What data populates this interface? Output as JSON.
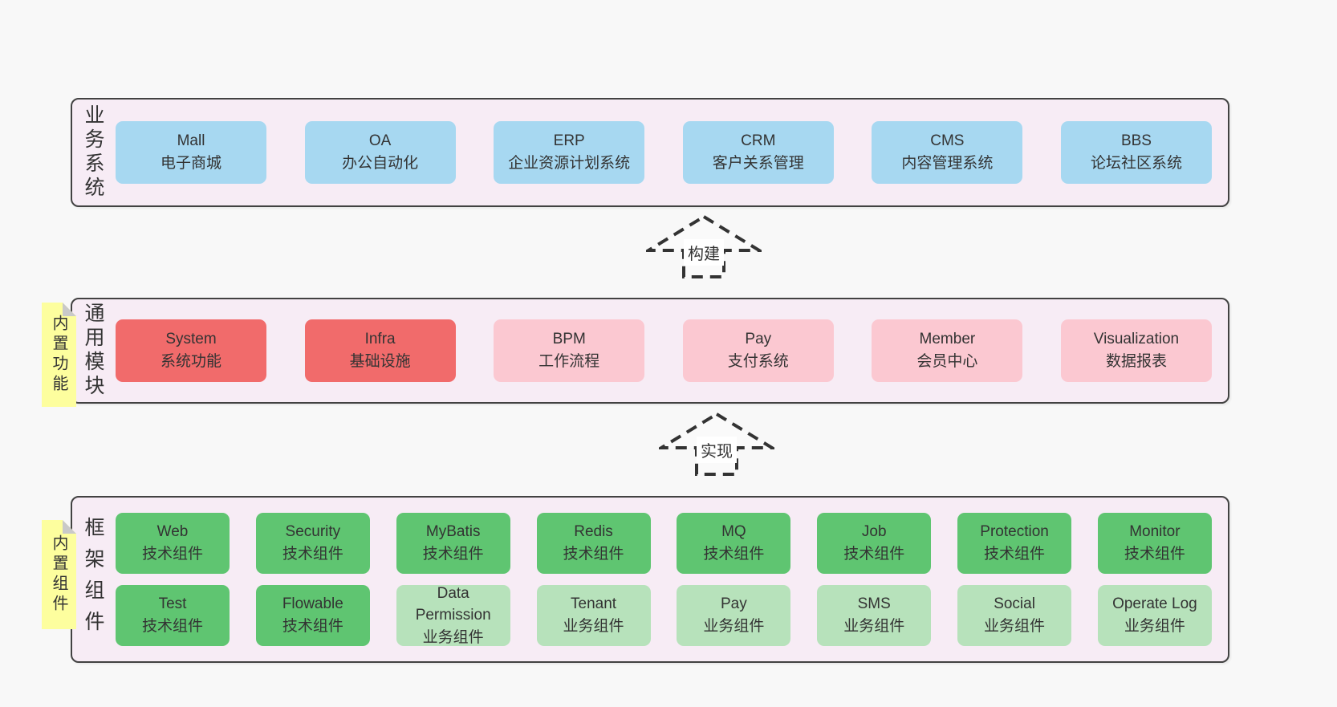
{
  "colors": {
    "page_bg": "#f8f8f8",
    "layer_bg": "#f7ecf5",
    "layer_border": "#424242",
    "note_yellow": "#fdfe9e",
    "fold_gray": "#c9c9c9",
    "text": "#333333",
    "blue": "#a7d8f1",
    "red": "#f16b6b",
    "pink": "#fbc8d1",
    "green_dark": "#5fc571",
    "green_light": "#b7e2bb",
    "arrow_dash": "#333333"
  },
  "layers": {
    "business": {
      "label": "业务系统",
      "boxes": [
        {
          "name": "Mall",
          "desc": "电子商城",
          "type": "blue"
        },
        {
          "name": "OA",
          "desc": "办公自动化",
          "type": "blue"
        },
        {
          "name": "ERP",
          "desc": "企业资源计划系统",
          "type": "blue"
        },
        {
          "name": "CRM",
          "desc": "客户关系管理",
          "type": "blue"
        },
        {
          "name": "CMS",
          "desc": "内容管理系统",
          "type": "blue"
        },
        {
          "name": "BBS",
          "desc": "论坛社区系统",
          "type": "blue"
        }
      ]
    },
    "modules": {
      "label": "通用模块",
      "note": "内置功能",
      "boxes": [
        {
          "name": "System",
          "desc": "系统功能",
          "type": "red"
        },
        {
          "name": "Infra",
          "desc": "基础设施",
          "type": "red"
        },
        {
          "name": "BPM",
          "desc": "工作流程",
          "type": "pink"
        },
        {
          "name": "Pay",
          "desc": "支付系统",
          "type": "pink"
        },
        {
          "name": "Member",
          "desc": "会员中心",
          "type": "pink"
        },
        {
          "name": "Visualization",
          "desc": "数据报表",
          "type": "pink"
        }
      ]
    },
    "components": {
      "label": "框架组件",
      "note": "内置组件",
      "rows": [
        [
          {
            "name": "Web",
            "desc": "技术组件",
            "type": "green_dark"
          },
          {
            "name": "Security",
            "desc": "技术组件",
            "type": "green_dark"
          },
          {
            "name": "MyBatis",
            "desc": "技术组件",
            "type": "green_dark"
          },
          {
            "name": "Redis",
            "desc": "技术组件",
            "type": "green_dark"
          },
          {
            "name": "MQ",
            "desc": "技术组件",
            "type": "green_dark"
          },
          {
            "name": "Job",
            "desc": "技术组件",
            "type": "green_dark"
          },
          {
            "name": "Protection",
            "desc": "技术组件",
            "type": "green_dark"
          },
          {
            "name": "Monitor",
            "desc": "技术组件",
            "type": "green_dark"
          }
        ],
        [
          {
            "name": "Test",
            "desc": "技术组件",
            "type": "green_dark"
          },
          {
            "name": "Flowable",
            "desc": "技术组件",
            "type": "green_dark"
          },
          {
            "name": "Data Permission",
            "desc": "业务组件",
            "type": "green_light"
          },
          {
            "name": "Tenant",
            "desc": "业务组件",
            "type": "green_light"
          },
          {
            "name": "Pay",
            "desc": "业务组件",
            "type": "green_light"
          },
          {
            "name": "SMS",
            "desc": "业务组件",
            "type": "green_light"
          },
          {
            "name": "Social",
            "desc": "业务组件",
            "type": "green_light"
          },
          {
            "name": "Operate Log",
            "desc": "业务组件",
            "type": "green_light"
          }
        ]
      ]
    }
  },
  "arrows": [
    {
      "label": "构建"
    },
    {
      "label": "实现"
    }
  ]
}
